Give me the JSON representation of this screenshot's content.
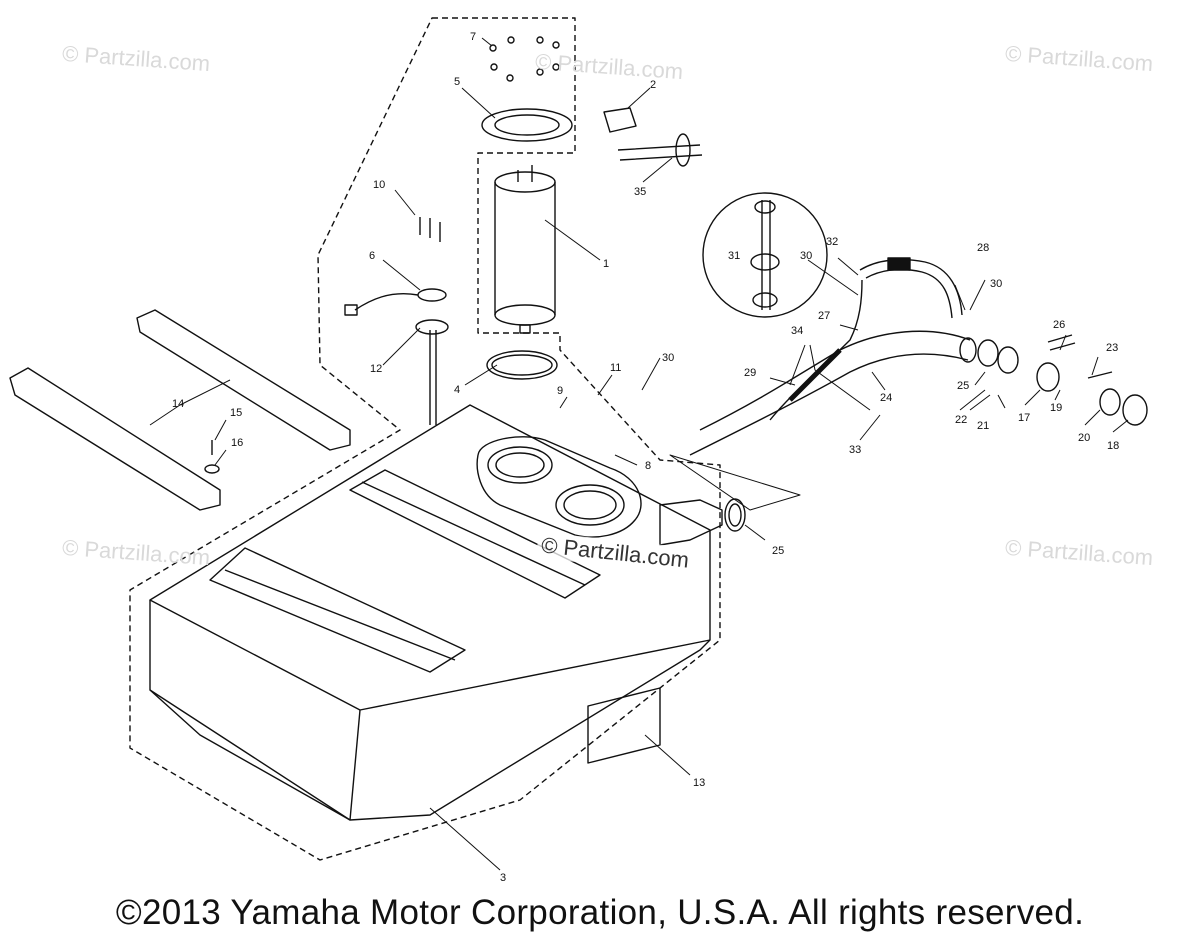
{
  "watermarks": {
    "top_left": "© Partzilla.com",
    "top_center": "© Partzilla.com",
    "top_right": "© Partzilla.com",
    "mid_left": "© Partzilla.com",
    "mid_right": "© Partzilla.com",
    "center": "© Partzilla.com"
  },
  "callouts": {
    "c1": "1",
    "c2": "2",
    "c3": "3",
    "c4": "4",
    "c5": "5",
    "c6": "6",
    "c7": "7",
    "c8": "8",
    "c9": "9",
    "c10": "10",
    "c11": "11",
    "c12": "12",
    "c13": "13",
    "c14": "14",
    "c15": "15",
    "c16": "16",
    "c17": "17",
    "c18": "18",
    "c19": "19",
    "c20": "20",
    "c21": "21",
    "c22": "22",
    "c23": "23",
    "c24": "24",
    "c25a": "25",
    "c25b": "25",
    "c26": "26",
    "c27": "27",
    "c28": "28",
    "c29": "29",
    "c30a": "30",
    "c30b": "30",
    "c30c": "30",
    "c31": "31",
    "c32": "32",
    "c33": "33",
    "c34": "34",
    "c35": "35"
  },
  "footer": {
    "copyright": "©2013 Yamaha Motor Corporation, U.S.A. All rights reserved."
  },
  "colors": {
    "line": "#111111",
    "watermark": "#d9d9d9",
    "tank_fill": "#ffffff"
  }
}
